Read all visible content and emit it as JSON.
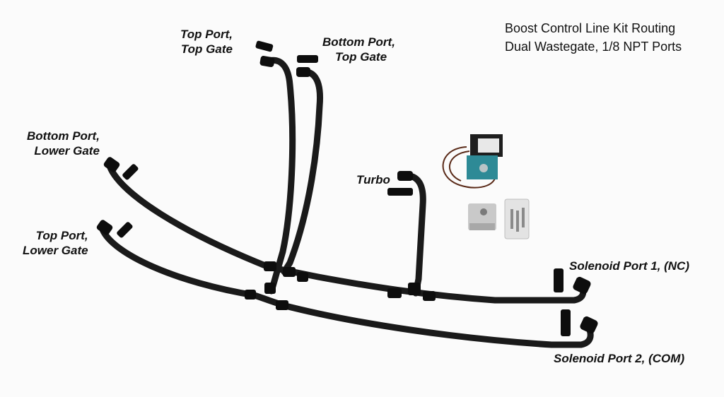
{
  "title": {
    "line1": "Boost Control Line Kit Routing",
    "line2": "Dual Wastegate, 1/8 NPT Ports"
  },
  "labels": {
    "top_port_top_gate": [
      "Top Port,",
      "Top Gate"
    ],
    "bottom_port_top_gate": [
      "Bottom Port,",
      "Top Gate"
    ],
    "bottom_port_lower_gate": [
      "Bottom Port,",
      "Lower Gate"
    ],
    "top_port_lower_gate": [
      "Top Port,",
      "Lower Gate"
    ],
    "turbo": "Turbo",
    "solenoid_port_1": "Solenoid Port 1, (NC)",
    "solenoid_port_2": "Solenoid Port 2, (COM)"
  },
  "colors": {
    "background": "#fbfbfb",
    "hose": "#1a1a1a",
    "fitting": "#0d0d0d",
    "solenoid_body": "#2e8a96",
    "wire": "#5a2a18",
    "bracket": "#c9c9c9"
  }
}
